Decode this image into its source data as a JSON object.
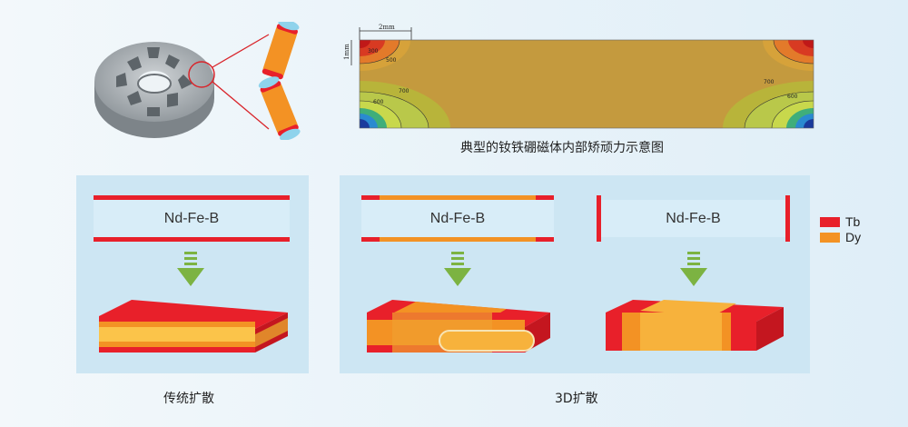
{
  "top": {
    "contour_caption": "典型的钕铁硼磁体内部矫顽力示意图",
    "scale_x_label": "2mm",
    "scale_y_label": "1mm",
    "contour_values": [
      "300",
      "500",
      "700",
      "600",
      "700",
      "600"
    ]
  },
  "left_panel": {
    "magnet_label": "Nd-Fe-B",
    "caption": "传统扩散"
  },
  "right_panel": {
    "magnet_label_1": "Nd-Fe-B",
    "magnet_label_2": "Nd-Fe-B",
    "caption": "3D扩散"
  },
  "legend": [
    {
      "label": "Tb",
      "color": "#e8202a"
    },
    {
      "label": "Dy",
      "color": "#f39224"
    }
  ],
  "colors": {
    "tb": "#e8202a",
    "dy": "#f39224",
    "panel": "#cde6f3",
    "arrow": "#7cb342"
  }
}
